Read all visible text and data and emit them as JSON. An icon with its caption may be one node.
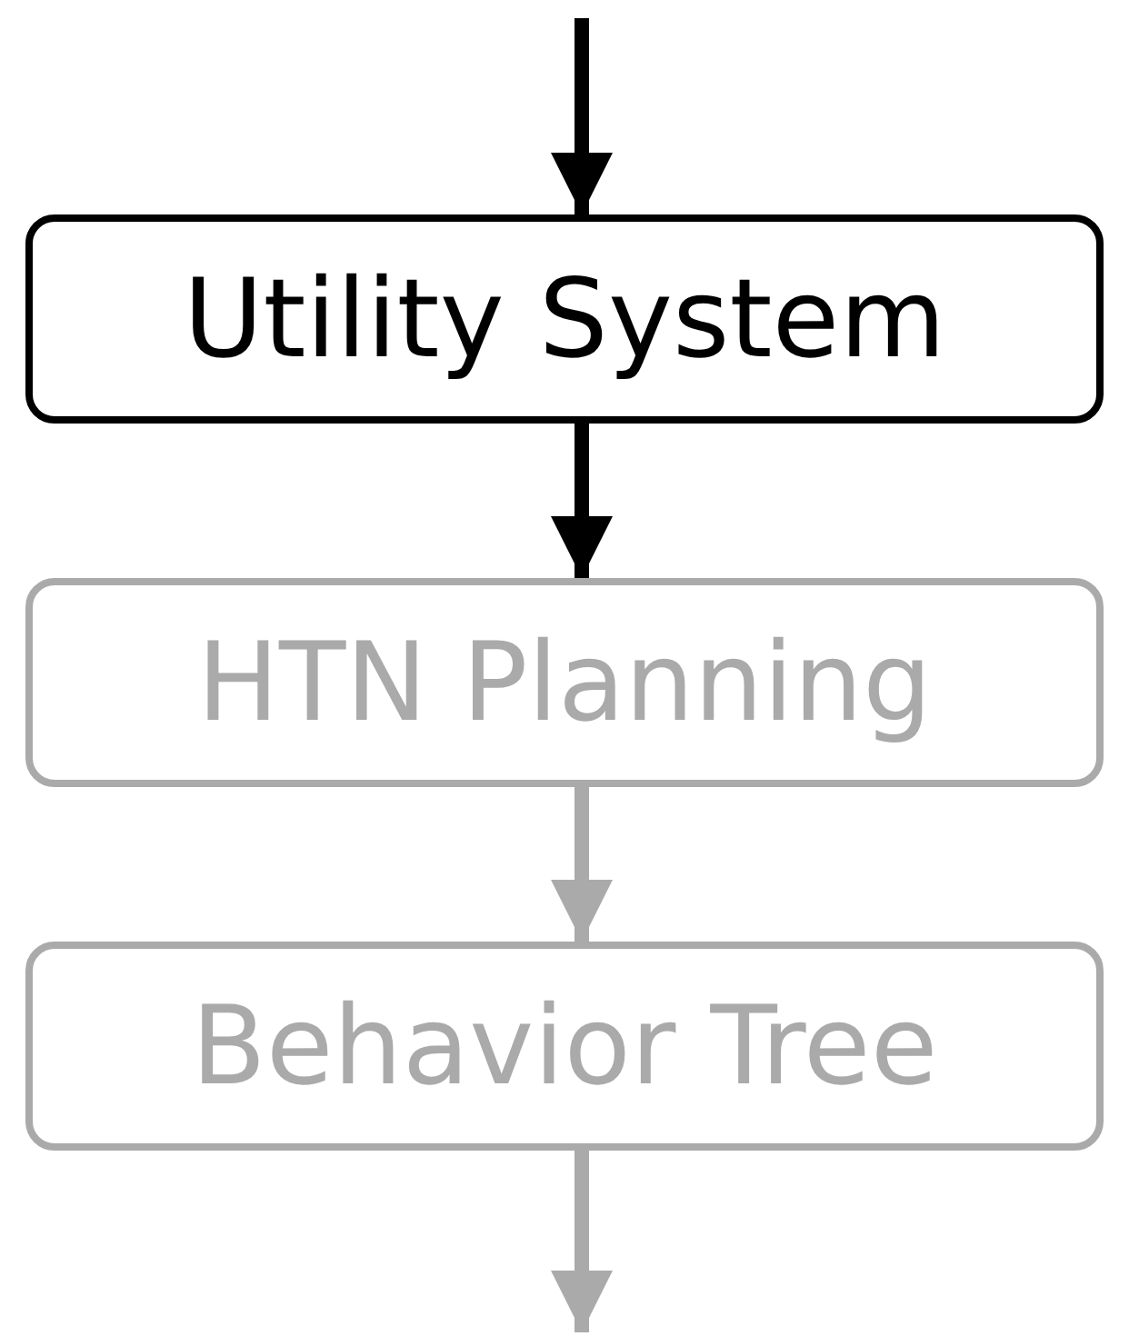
{
  "diagram": {
    "nodes": [
      {
        "text": [
          "Utility System"
        ]
      },
      {
        "text": [
          "HTN Planning"
        ]
      },
      {
        "text": [
          "Behavior Tree"
        ]
      }
    ],
    "edges": [
      {
        "from": null,
        "to": 0,
        "arrow": "to"
      },
      {
        "from": 0,
        "to": 1,
        "arrow": "to"
      },
      {
        "from": 1,
        "to": 2,
        "arrow": "to",
        "color": "#aaaaaa"
      },
      {
        "from": 2,
        "to": null,
        "arrow": "to",
        "color": "#aaaaaa"
      }
    ]
  }
}
